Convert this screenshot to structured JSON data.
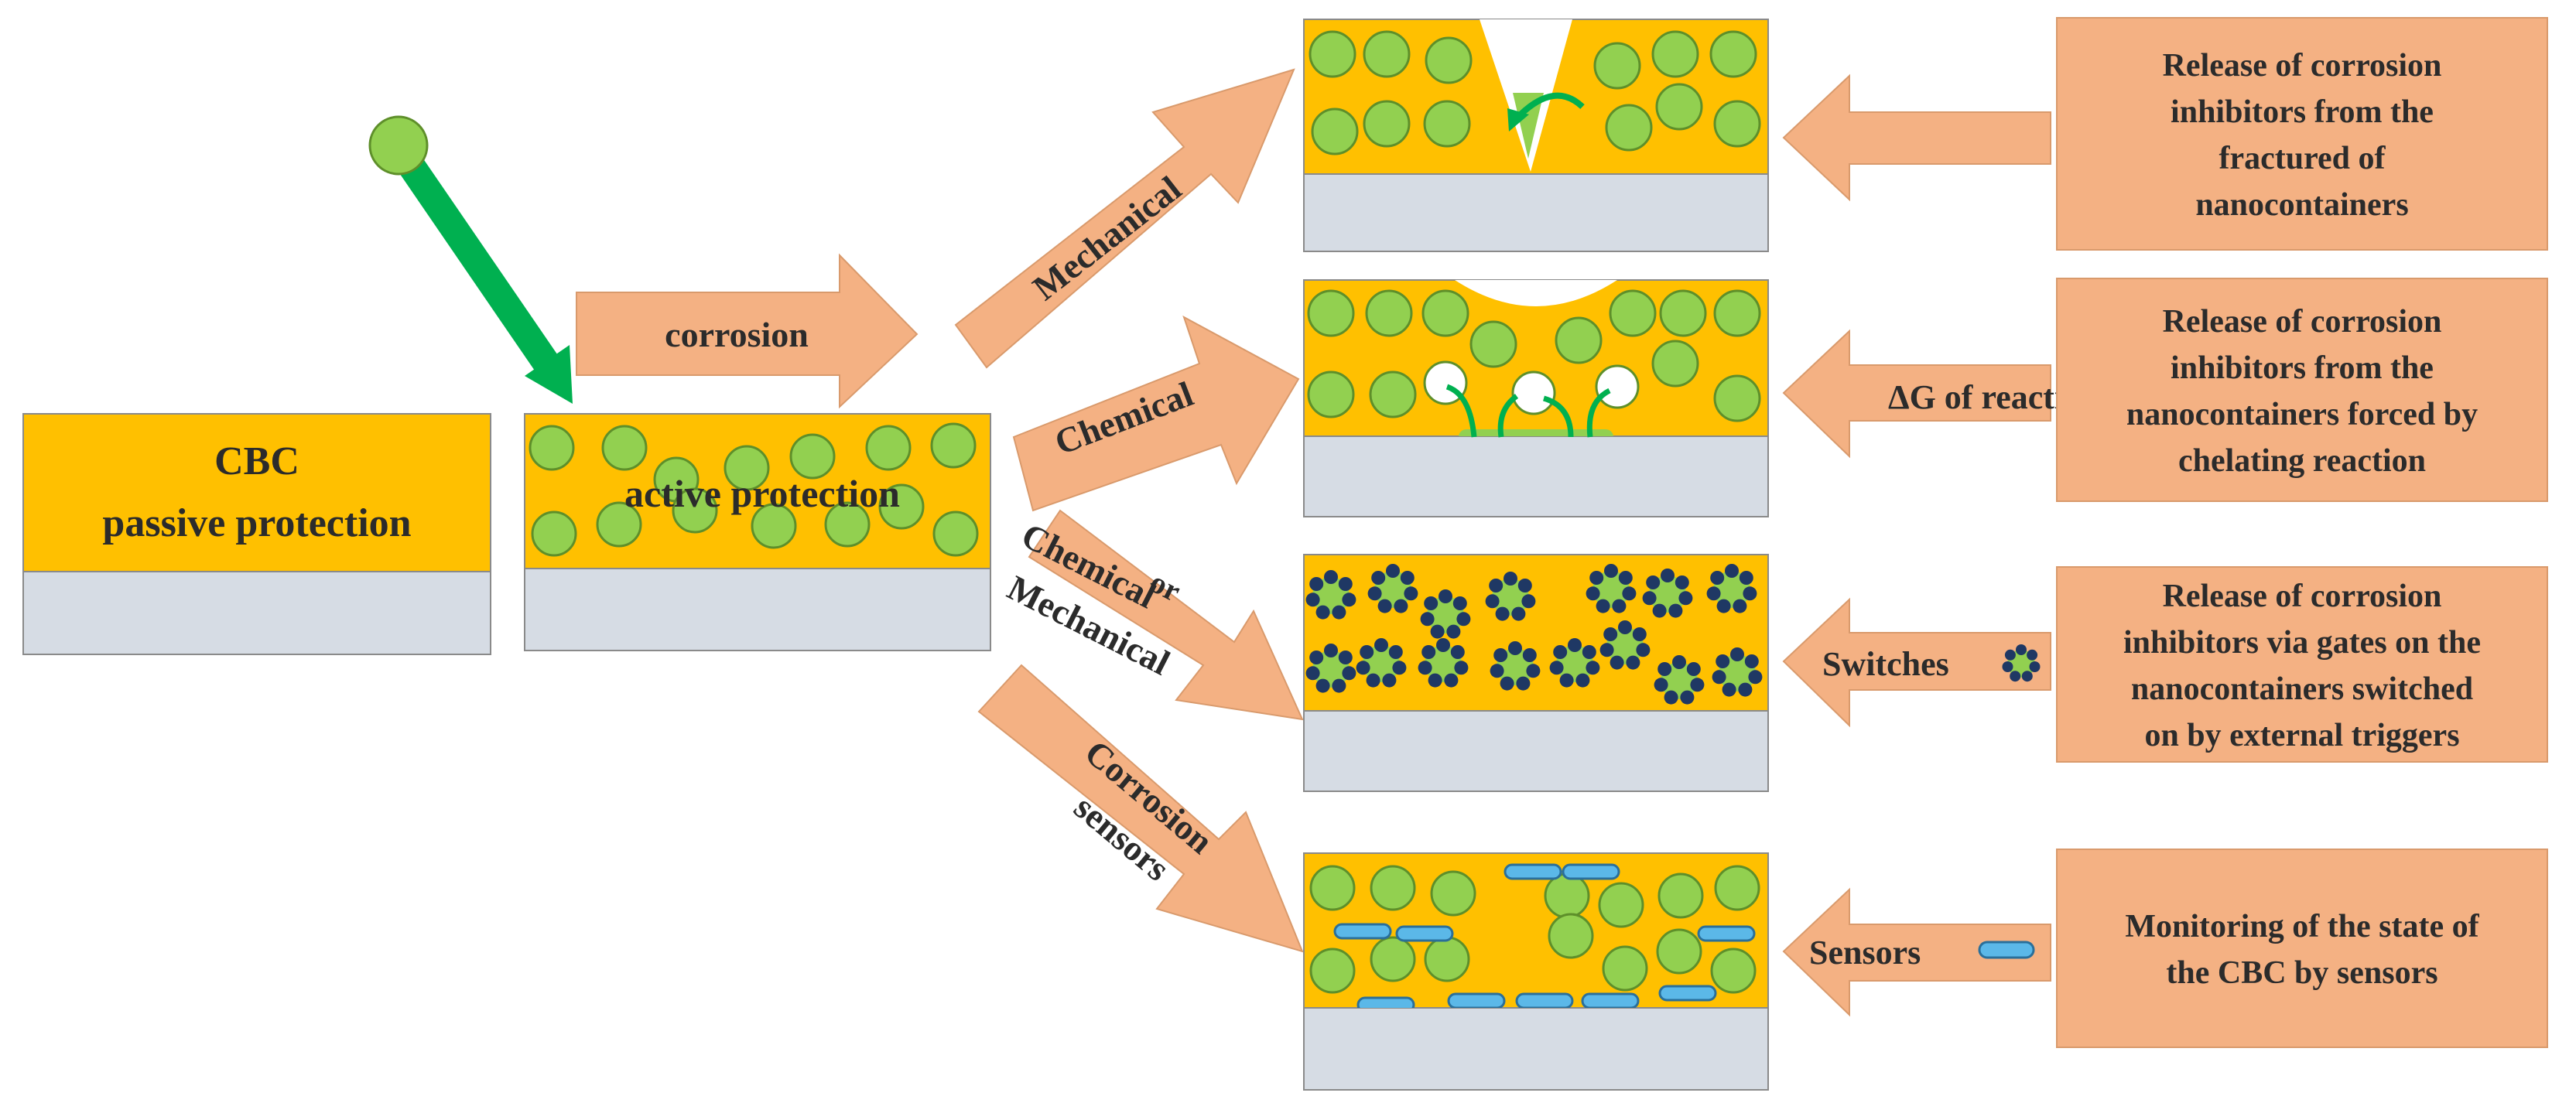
{
  "colors": {
    "coating": "#ffc000",
    "coating_stroke": "#8a8a8a",
    "substrate": "#d6dce4",
    "container": "#92d050",
    "container_stroke": "#5e8f2a",
    "arrow": "#f4b183",
    "arrow_stroke": "#d99a6c",
    "green_arrow": "#00b050",
    "switch_dot": "#1f3864",
    "sensor": "#5bb8e8",
    "sensor_stroke": "#2a6f9a",
    "text": "#2b2b2b"
  },
  "passive": {
    "line1": "CBC",
    "line2": "passive protection"
  },
  "active": {
    "label": "active protection"
  },
  "arrows": {
    "corrosion": "corrosion",
    "mechanical": "Mechanical",
    "chemical": "Chemical",
    "chem_or_mech": {
      "line1": "Chemical",
      "or": "or",
      "line2": "Mechanical"
    },
    "sensors": {
      "line1": "Corrosion",
      "line2": "sensors"
    }
  },
  "triggers": {
    "delta_g": "ΔG of reaction",
    "switches": "Switches",
    "sensors": "Sensors"
  },
  "descriptions": [
    [
      "Release of corrosion",
      "inhibitors from the",
      "fractured of",
      "nanocontainers"
    ],
    [
      "Release of corrosion",
      "inhibitors from the",
      "nanocontainers forced by",
      "chelating reaction"
    ],
    [
      "Release of corrosion",
      "inhibitors via gates on the",
      "nanocontainers switched",
      "on by external triggers"
    ],
    [
      "Monitoring of the state of",
      "the CBC by sensors"
    ]
  ]
}
